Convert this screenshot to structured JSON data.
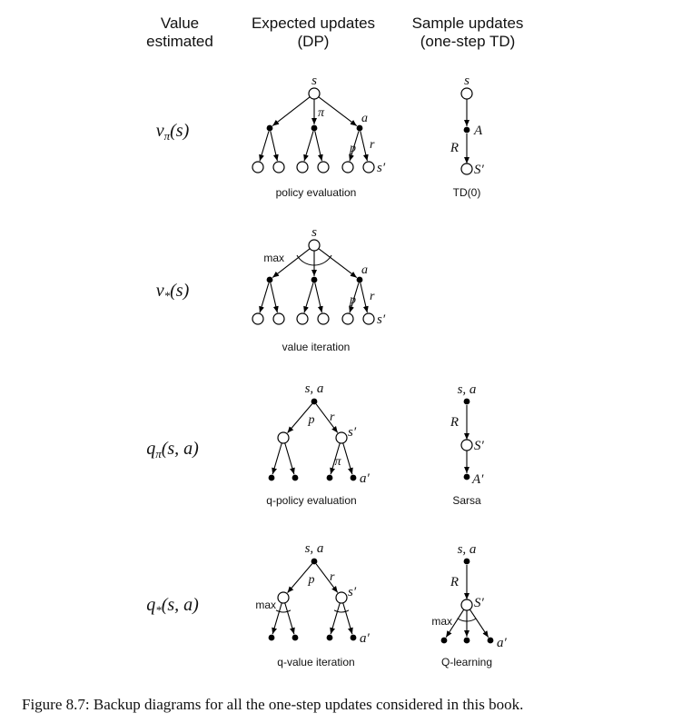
{
  "headers": {
    "value_estimated": [
      "Value",
      "estimated"
    ],
    "expected_updates": [
      "Expected updates",
      "(DP)"
    ],
    "sample_updates": [
      "Sample updates",
      "(one-step TD)"
    ]
  },
  "rows": [
    {
      "value": "v",
      "value_sub": "π",
      "value_args": "(s)",
      "dp_label": "policy evaluation",
      "td_label": "TD(0)"
    },
    {
      "value": "v",
      "value_sub": "*",
      "value_args": "(s)",
      "dp_label": "value iteration",
      "td_label": ""
    },
    {
      "value": "q",
      "value_sub": "π",
      "value_args": "(s, a)",
      "dp_label": "q-policy evaluation",
      "td_label": "Sarsa"
    },
    {
      "value": "q",
      "value_sub": "*",
      "value_args": "(s, a)",
      "dp_label": "q-value iteration",
      "td_label": "Q-learning"
    }
  ],
  "symbols": {
    "s": "s",
    "a": "a",
    "pi": "π",
    "p": "p",
    "r": "r",
    "s_prime": "s′",
    "a_prime": "a′",
    "A": "A",
    "R": "R",
    "S_prime": "S′",
    "A_prime": "A′",
    "s_comma_a": "s, a",
    "max": "max"
  },
  "caption": "Figure 8.7: Backup diagrams for all the one-step updates considered in this book."
}
